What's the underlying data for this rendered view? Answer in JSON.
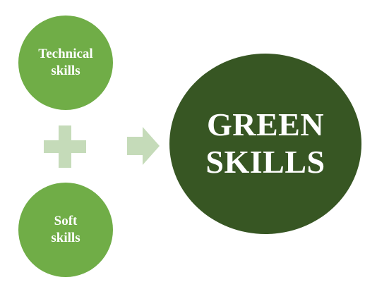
{
  "nodes": {
    "technical": {
      "line1": "Technical",
      "line2": "skills"
    },
    "soft": {
      "line1": "Soft",
      "line2": "skills"
    },
    "green": {
      "line1": "GREEN",
      "line2": "SKILLS"
    }
  },
  "colors": {
    "small_circle": "#70ad47",
    "big_circle": "#375623",
    "connector": "#c5dbb9",
    "text": "#ffffff"
  },
  "icons": {
    "plus": "plus-icon",
    "arrow": "arrow-right-icon"
  }
}
